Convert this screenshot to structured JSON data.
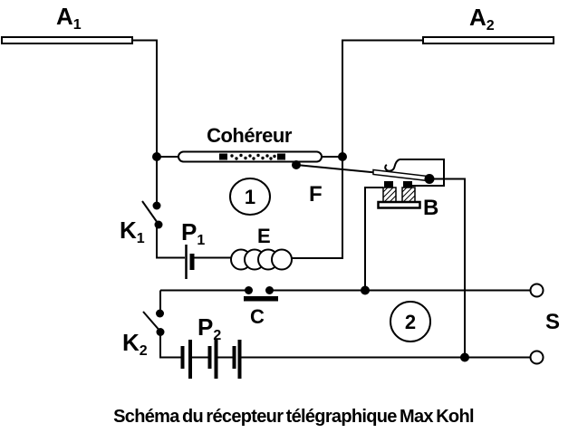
{
  "diagram": {
    "caption": "Schéma du récepteur télégraphique Max Kohl",
    "labels": {
      "antenna1": {
        "base": "A",
        "sub": "1"
      },
      "antenna2": {
        "base": "A",
        "sub": "2"
      },
      "coherer": "Cohéreur",
      "armature": "F",
      "relay": "B",
      "key1": {
        "base": "K",
        "sub": "1"
      },
      "battery1": {
        "base": "P",
        "sub": "1"
      },
      "inductor": "E",
      "contact": "C",
      "key2": {
        "base": "K",
        "sub": "2"
      },
      "battery2": {
        "base": "P",
        "sub": "2"
      },
      "terminals": "S",
      "circuit1": "1",
      "circuit2": "2"
    },
    "colors": {
      "line": "#000000",
      "background": "#ffffff"
    }
  }
}
